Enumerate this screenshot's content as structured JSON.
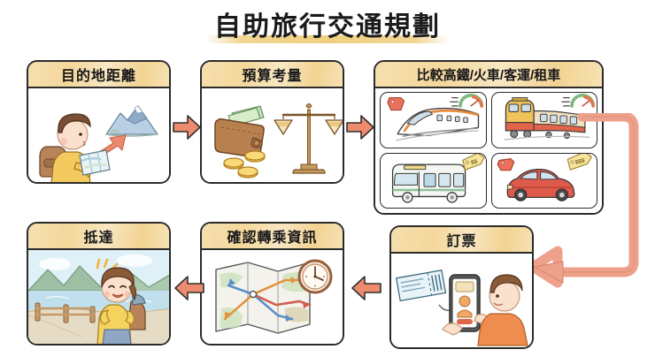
{
  "header": {
    "title": "自助旅行交通規劃",
    "highlight_color": "#f2d392"
  },
  "theme": {
    "outline": "#2b2b2b",
    "header_band": "#f4d79b",
    "arrow_fill": "#ee8b6f",
    "arrow_stroke": "#d25f42",
    "wrap_arrow_fill": "#eda08a",
    "page_background": "#ffffff"
  },
  "flow": {
    "steps": [
      {
        "id": "step-1",
        "order": 1,
        "label": "目的地距離",
        "illustration": "traveler-with-map-facing-mountains",
        "alt": "背包客看地圖，橘色箭頭指向藍色山脈"
      },
      {
        "id": "step-2",
        "order": 2,
        "label": "預算考量",
        "illustration": "wallet-coins-and-balance-scale",
        "alt": "棕色皮夾裝著鈔票、三枚金幣與天平"
      },
      {
        "id": "step-3",
        "order": 3,
        "label": "比較高鐵/火車/客運/租車",
        "illustration": "transport-comparison-grid",
        "alt": "高鐵、火車、客運、租車四格比較",
        "options": [
          {
            "id": "option-hsr",
            "name": "高鐵",
            "vehicle": "high-speed-rail",
            "price_tag": "",
            "tag_color": "#e8705c",
            "has_speed_gauge": true,
            "speed_gauge_level": "fast"
          },
          {
            "id": "option-train",
            "name": "火車",
            "vehicle": "local-train",
            "price_tag": "",
            "tag_color": "#e8705c",
            "has_speed_gauge": true,
            "speed_gauge_level": "medium"
          },
          {
            "id": "option-bus",
            "name": "客運",
            "vehicle": "coach-bus",
            "price_tag": "$$",
            "tag_color": "#f3dd8d",
            "has_speed_gauge": false,
            "speed_gauge_level": ""
          },
          {
            "id": "option-car",
            "name": "租車",
            "vehicle": "rental-car",
            "price_tag": "$$$",
            "tag_color": "#f3dd8d",
            "has_speed_gauge": false,
            "speed_gauge_level": ""
          }
        ]
      },
      {
        "id": "step-4",
        "order": 4,
        "label": "訂票",
        "illustration": "person-booking-ticket-on-phone",
        "alt": "人手持智慧型手機訂票，旁邊有藍色車票"
      },
      {
        "id": "step-5",
        "order": 5,
        "label": "確認轉乘資訊",
        "illustration": "folded-map-with-routes-and-clock",
        "alt": "折疊地圖上有藍、橘、紅三條轉乘路線與時鐘"
      },
      {
        "id": "step-6",
        "order": 6,
        "label": "抵達",
        "illustration": "happy-hiker-at-lake-viewpoint",
        "alt": "背著背包的旅人在湖邊山景前開心微笑"
      }
    ],
    "connectors": [
      {
        "id": "arrow-1",
        "from": "step-1",
        "to": "step-2",
        "direction": "right"
      },
      {
        "id": "arrow-2",
        "from": "step-2",
        "to": "step-3",
        "direction": "right"
      },
      {
        "id": "arrow-3",
        "from": "step-3",
        "to": "step-4",
        "direction": "wrap-down-left"
      },
      {
        "id": "arrow-4",
        "from": "step-4",
        "to": "step-5",
        "direction": "left"
      },
      {
        "id": "arrow-5",
        "from": "step-5",
        "to": "step-6",
        "direction": "left"
      }
    ]
  }
}
